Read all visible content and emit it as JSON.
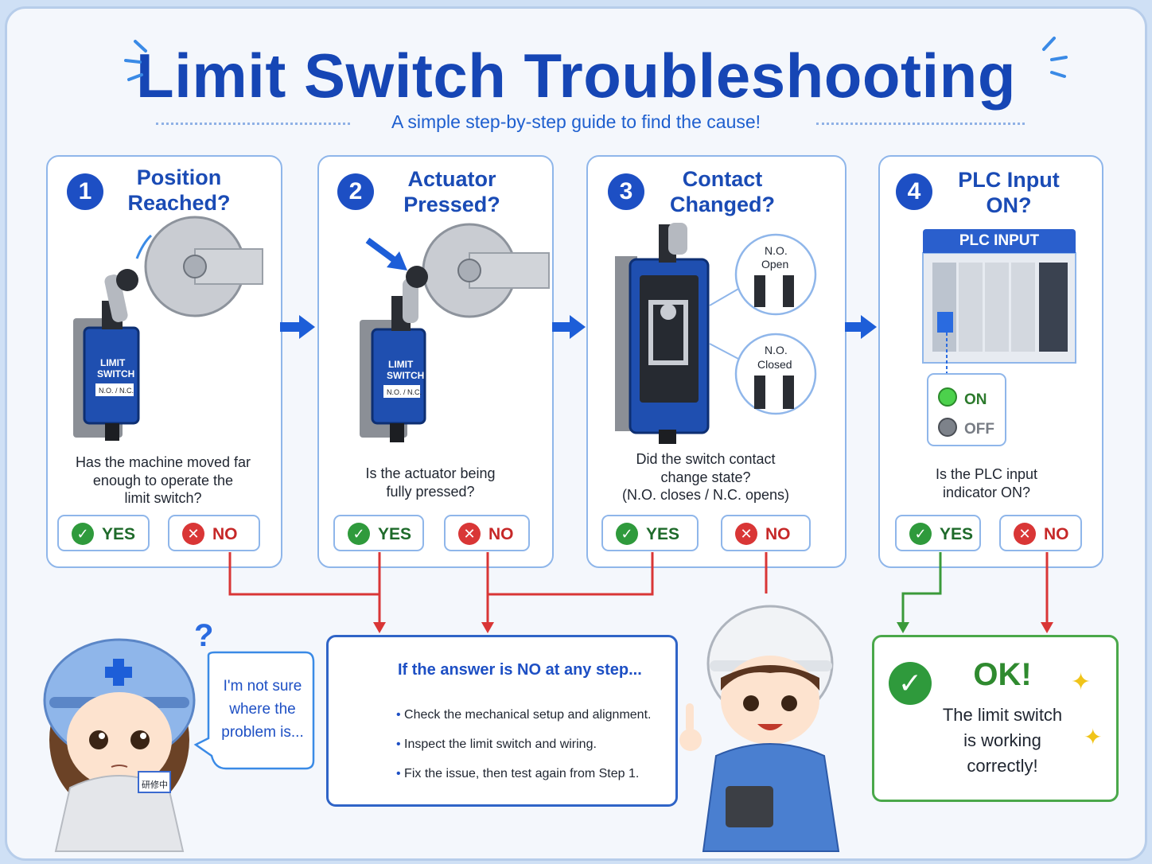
{
  "header": {
    "title": "Limit Switch Troubleshooting",
    "subtitle": "A simple step-by-step guide to find the cause!"
  },
  "steps": [
    {
      "number": "1",
      "title_line1": "Position",
      "title_line2": "Reached?",
      "question_line1": "Has the machine moved far",
      "question_line2": "enough to operate the",
      "question_line3": "limit switch?",
      "yes_label": "YES",
      "no_label": "NO"
    },
    {
      "number": "2",
      "title_line1": "Actuator",
      "title_line2": "Pressed?",
      "question_line1": "Is the actuator being",
      "question_line2": "fully pressed?",
      "question_line3": "",
      "yes_label": "YES",
      "no_label": "NO"
    },
    {
      "number": "3",
      "title_line1": "Contact",
      "title_line2": "Changed?",
      "question_line1": "Did the switch contact",
      "question_line2": "change state?",
      "question_line3": "(N.O. closes / N.C. opens)",
      "yes_label": "YES",
      "no_label": "NO"
    },
    {
      "number": "4",
      "title_line1": "PLC Input",
      "title_line2": "ON?",
      "question_line1": "Is the PLC input",
      "question_line2": "indicator ON?",
      "question_line3": "",
      "yes_label": "YES",
      "no_label": "NO"
    }
  ],
  "switch_labels": {
    "line1": "LIMIT",
    "line2": "SWITCH",
    "tag": "N.O. / N.C."
  },
  "contacts": {
    "no_open_1": "N.O.",
    "no_open_2": "Open",
    "no_closed_1": "N.O.",
    "no_closed_2": "Closed"
  },
  "plc": {
    "header": "PLC INPUT",
    "on_label": "ON",
    "off_label": "OFF"
  },
  "no_box": {
    "title": "If the answer is NO at any step...",
    "bullets": [
      "Check the mechanical setup and alignment.",
      "Inspect the limit switch and wiring.",
      "Fix the issue, then test again from Step 1."
    ]
  },
  "ok_box": {
    "title": "OK!",
    "line1": "The limit switch",
    "line2": "is working",
    "line3": "correctly!"
  },
  "speech": {
    "line1": "I'm not sure",
    "line2": "where the",
    "line3": "problem is..."
  },
  "badge": "研修中",
  "colors": {
    "primary_blue": "#1d4fc4",
    "yes_green": "#2f9a3c",
    "no_red": "#d93636",
    "ok_green": "#3a9a3a"
  }
}
